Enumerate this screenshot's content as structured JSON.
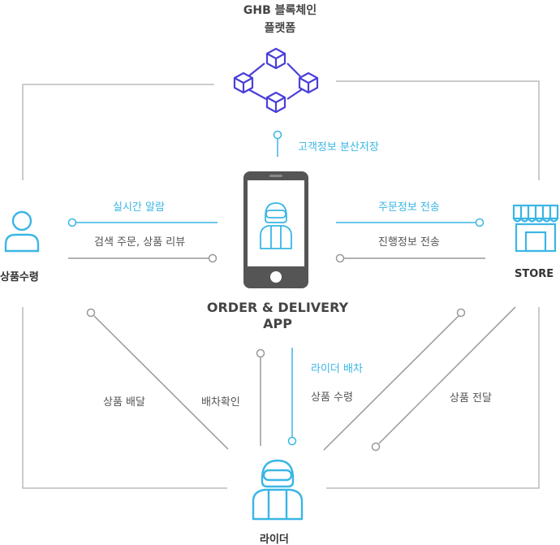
{
  "platform": {
    "line1": "GHB 블록체인",
    "line2": "플랫폼"
  },
  "app": {
    "line1": "ORDER & DELIVERY",
    "line2": "APP"
  },
  "nodes": {
    "customer": "상품수령",
    "store": "STORE",
    "rider": "라이더"
  },
  "edges": {
    "distributed_storage": "고객정보 분산저장",
    "realtime_alert": "실시간 알람",
    "search_order_review": "검색 주문, 상품 리뷰",
    "order_info_transfer": "주문정보 전송",
    "progress_info_transfer": "진행정보 전송",
    "rider_dispatch": "라이더 배차",
    "product_delivery": "상품 배달",
    "dispatch_confirm": "배차확인",
    "product_receipt": "상품 수령",
    "product_handover": "상품 전달"
  },
  "colors": {
    "accent": "#3ab6e5",
    "chain": "#4a3fd8",
    "phone": "#555555",
    "line": "#999999"
  }
}
